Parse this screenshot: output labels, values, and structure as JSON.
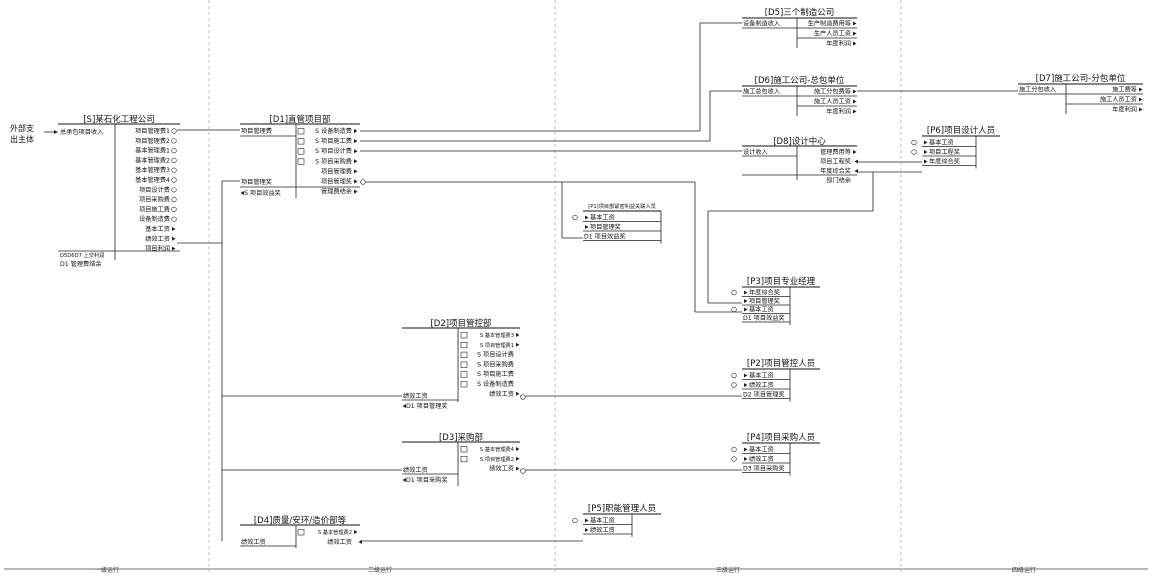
{
  "entity": "外部支出主体",
  "levels": [
    "一级运行",
    "二级运行",
    "三级运行",
    "四级运行"
  ],
  "nodes": {
    "S": {
      "title": "[S]某石化工程公司",
      "left": [
        "总承包项目收入"
      ],
      "right": [
        "项目管理费1",
        "项目管理费2",
        "基本管理费1",
        "基本管理费2",
        "基本管理费3",
        "基本管理费4",
        "项目设计费",
        "项目采购费",
        "项目施工费",
        "设备制造费",
        "基本工资",
        "绩效工资",
        "项目利润"
      ],
      "bottom_notes": [
        "D5D6D7 上交利润",
        "D1 管理费结余"
      ]
    },
    "D1": {
      "title": "[D1]直管项目部",
      "left": [
        "项目管理费",
        "项目管理奖",
        "S 项目效益奖"
      ],
      "right": [
        "S 设备制造费",
        "S 项目施工费",
        "S 项目设计费",
        "S 项目采购费",
        "项目管理费",
        "项目管理奖",
        "管理费结余"
      ]
    },
    "D2": {
      "title": "[D2]项目管控部",
      "left": [
        "绩效工资",
        "D1 项目管理奖"
      ],
      "right": [
        "S 基本管理费3",
        "S 项目管理费1",
        "S 项目设计费",
        "S 项目采购费",
        "S 项目施工费",
        "S 设备制造费",
        "绩效工资"
      ]
    },
    "D3": {
      "title": "[D3]采购部",
      "left": [
        "绩效工资",
        "D1 项目采购奖"
      ],
      "right": [
        "S 基本管理费4",
        "S 项目管理费2",
        "绩效工资"
      ]
    },
    "D4": {
      "title": "[D4]质量/安环/造价部等",
      "left": [
        "绩效工资"
      ],
      "right": [
        "S 基本管理费2",
        "绩效工资"
      ]
    },
    "D5": {
      "title": "[D5]三个制造公司",
      "left": [
        "设备制造收入"
      ],
      "right": [
        "生产制造费用等",
        "生产人员工资",
        "年度利润"
      ]
    },
    "D6": {
      "title": "[D6]施工公司-总包单位",
      "left": [
        "施工总包收入"
      ],
      "right": [
        "施工分包费等",
        "施工人员工资",
        "年度利润"
      ]
    },
    "D7": {
      "title": "[D7]施工公司-分包单位",
      "left": [
        "施工分包收入"
      ],
      "right": [
        "施工费等",
        "施工人员工资",
        "年度利润"
      ]
    },
    "D8": {
      "title": "[D8]设计中心",
      "left": [
        "设计收入"
      ],
      "right": [
        "管理费用等",
        "项目工程奖",
        "年度综合奖",
        "部门结余"
      ]
    },
    "P1": {
      "title": "[P1]项目部紧密利益关联人员",
      "left": [
        "基本工资",
        "项目管理奖",
        "D1 项目效益奖"
      ]
    },
    "P2": {
      "title": "[P2]项目管控人员",
      "left": [
        "基本工资",
        "绩效工资",
        "D2 项目管理奖"
      ]
    },
    "P3": {
      "title": "[P3]项目专业经理",
      "left": [
        "年度综合奖",
        "项目管理奖",
        "基本工资",
        "D1 项目效益奖"
      ]
    },
    "P4": {
      "title": "[P4]项目采购人员",
      "left": [
        "基本工资",
        "绩效工资",
        "D3 项目采购奖"
      ]
    },
    "P5": {
      "title": "[P5]职能管理人员",
      "left": [
        "基本工资",
        "绩效工资"
      ]
    },
    "P6": {
      "title": "[P6]项目设计人员",
      "left": [
        "基本工资",
        "项目工程奖",
        "年度综合奖"
      ]
    }
  }
}
